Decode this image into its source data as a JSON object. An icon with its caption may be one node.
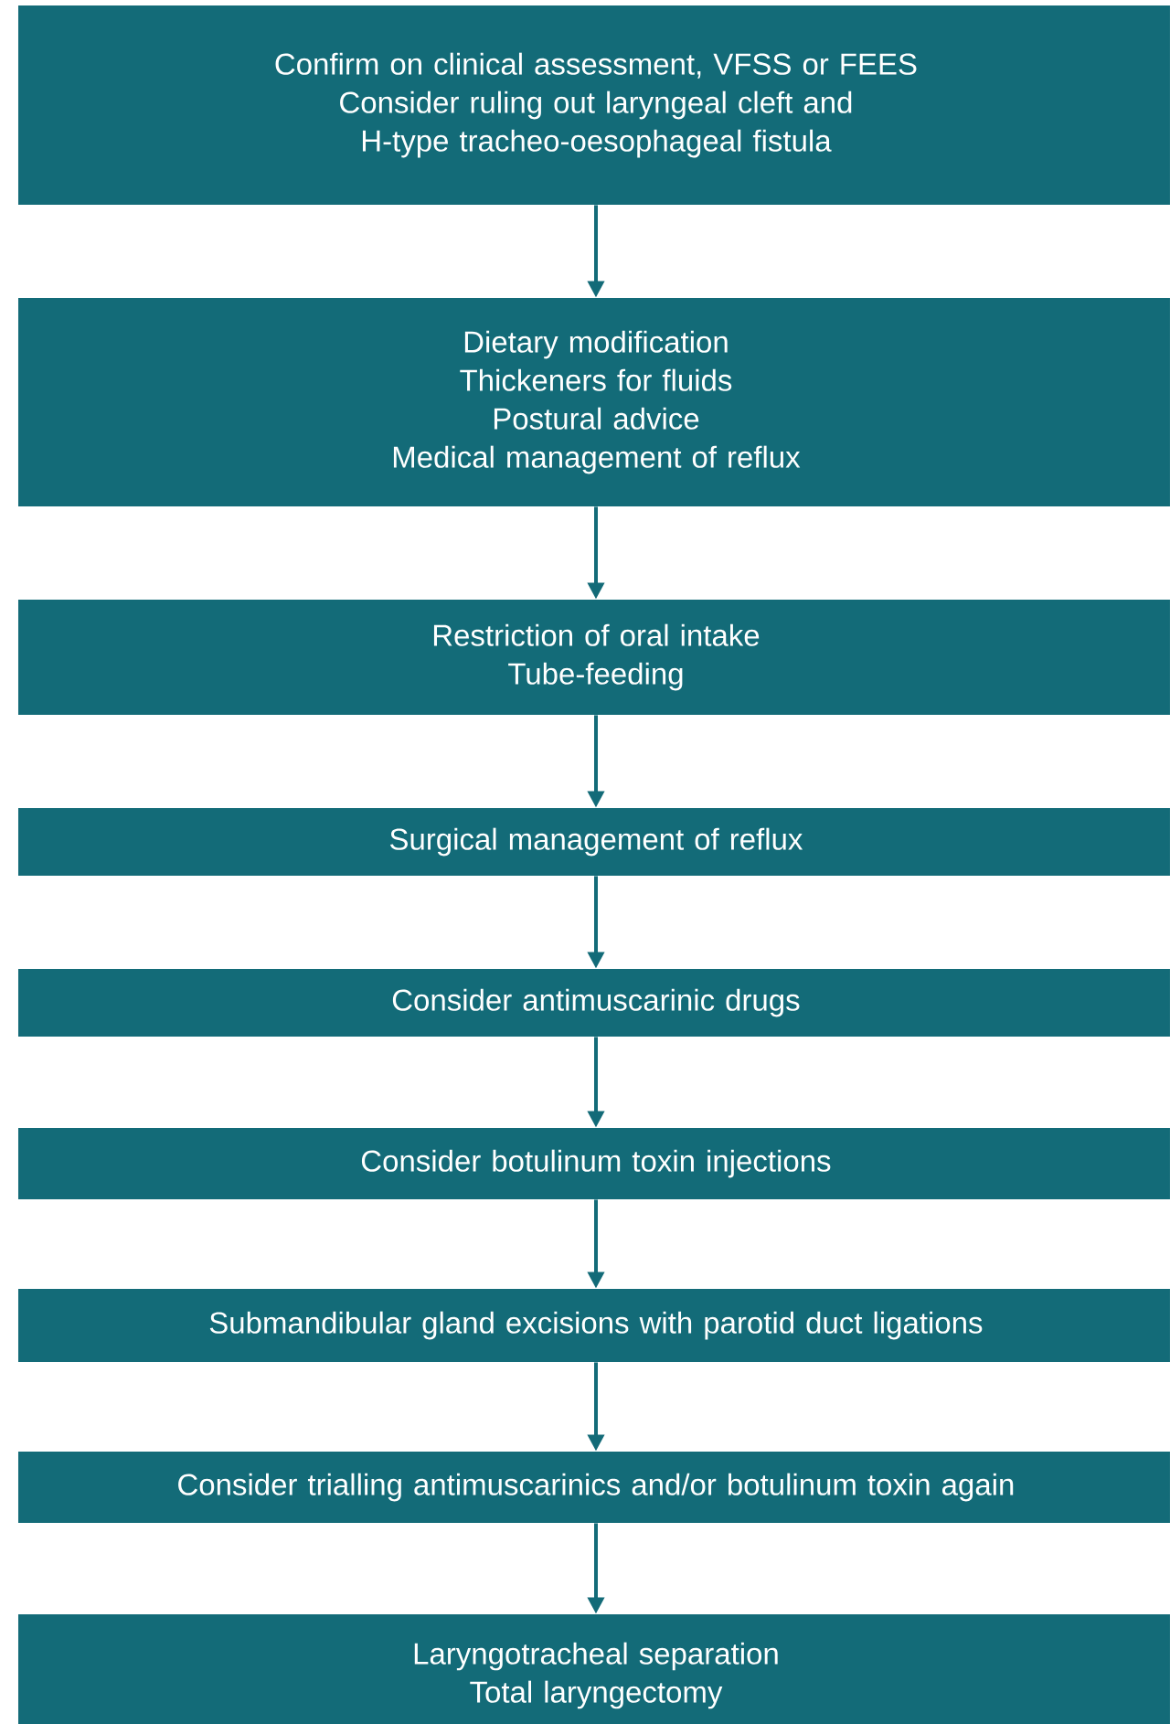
{
  "diagram": {
    "nodes": [
      {
        "text": [
          "Confirm on clinical assessment, VFSS or FEES",
          "Consider ruling out laryngeal cleft and H-type tracheo-oesophageal fistula"
        ]
      },
      {
        "text": [
          "Dietary modification",
          "Thickeners for fluids",
          "Postural advice",
          "Medical management of reflux"
        ]
      },
      {
        "text": [
          "Restriction of oral intake",
          "Tube-feeding"
        ]
      },
      {
        "text": [
          "Surgical management of reflux"
        ]
      },
      {
        "text": [
          "Consider antimuscarinic drugs"
        ]
      },
      {
        "text": [
          "Consider botulinum toxin injections"
        ]
      },
      {
        "text": [
          "Submandibular gland excisions with parotid duct ligations"
        ]
      },
      {
        "text": [
          "Consider trialling antimuscarinics and/or botulinum toxin again"
        ]
      },
      {
        "text": [
          "Laryngotracheal separation",
          "Total laryngectomy"
        ]
      }
    ],
    "edges": [
      {
        "from": 0,
        "to": 1,
        "arrow": "to"
      },
      {
        "from": 1,
        "to": 2,
        "arrow": "to"
      },
      {
        "from": 2,
        "to": 3,
        "arrow": "to"
      },
      {
        "from": 3,
        "to": 4,
        "arrow": "to"
      },
      {
        "from": 4,
        "to": 5,
        "arrow": "to"
      },
      {
        "from": 5,
        "to": 6,
        "arrow": "to"
      },
      {
        "from": 6,
        "to": 7,
        "arrow": "to"
      },
      {
        "from": 7,
        "to": 8,
        "arrow": "to"
      }
    ]
  }
}
